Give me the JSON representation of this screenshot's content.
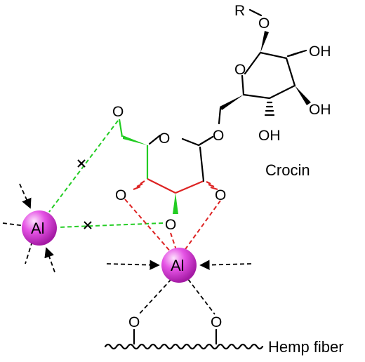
{
  "atoms": {
    "r": "R",
    "o": "O",
    "oh": "OH"
  },
  "labels": {
    "crocin": "Crocin",
    "hemp_fiber": "Hemp fiber",
    "al": "Al"
  },
  "colors": {
    "blocked_interaction": "#22cc22",
    "chelation_interaction": "#dd2222",
    "metal_ion": "#e23be2"
  }
}
